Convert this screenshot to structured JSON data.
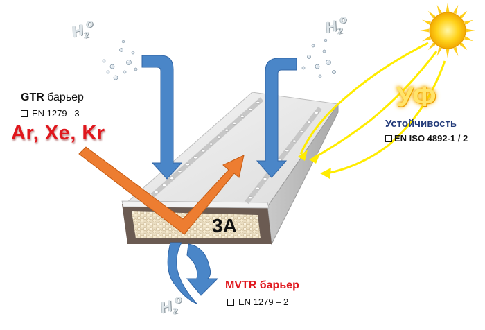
{
  "gtr": {
    "title_bold": "GTR",
    "title_rest": " барьер",
    "standard": "EN 1279 –3",
    "gases": "Ar, Xe, Kr"
  },
  "uv": {
    "big_label": "УФ",
    "title": "Устойчивость",
    "standard": "EN ISO 4892-1 / 2"
  },
  "mvtr": {
    "title": "MVTR барьер",
    "standard": "EN 1279 – 2"
  },
  "spacer": {
    "label": "3A"
  },
  "water": {
    "h": "H",
    "sub": "2",
    "sup": "O"
  },
  "colors": {
    "arrow_blue": "#4a86c8",
    "arrow_orange": "#ed7d31",
    "sun_yellow": "#ffe500",
    "red": "#e0171d",
    "uv_title": "#233b7a"
  },
  "icons": [
    "water-molecule-icon",
    "sun-icon",
    "checkbox-icon"
  ]
}
